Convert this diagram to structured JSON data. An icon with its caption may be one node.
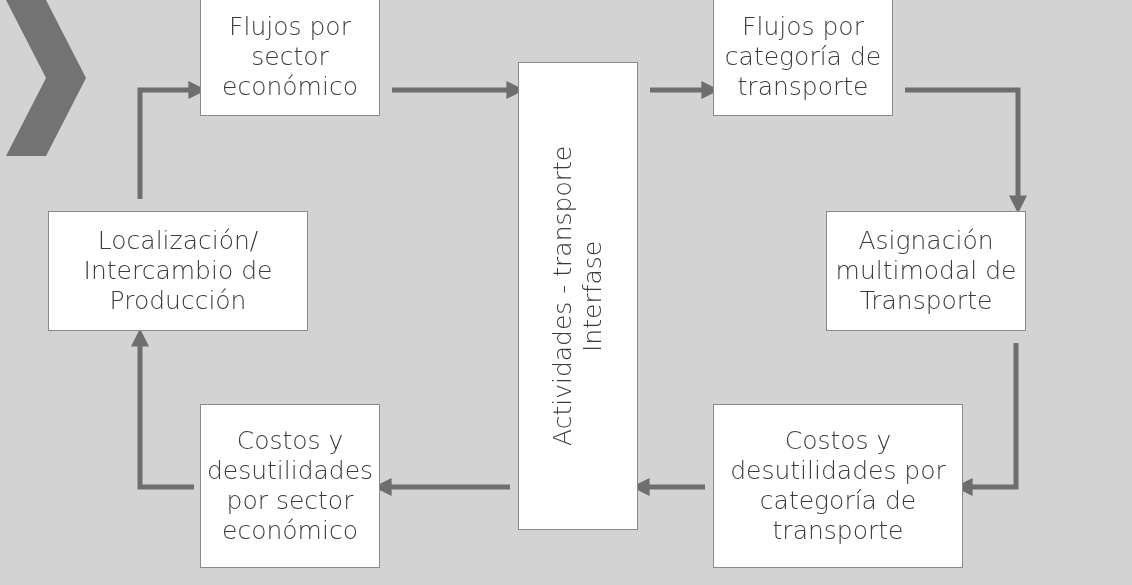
{
  "diagram": {
    "nodes": [
      {
        "text": [
          "Flujos por sector económico"
        ]
      },
      {
        "text": [
          "Actividades - transporte Interfase"
        ]
      },
      {
        "text": [
          "Flujos por categoría de transporte"
        ]
      },
      {
        "text": [
          "Asignación multimodal de Transporte"
        ]
      },
      {
        "text": [
          "Costos y desutilidades por categoría de transporte"
        ]
      },
      {
        "text": [
          "Costos y desutilidades por sector económico"
        ]
      },
      {
        "text": [
          "Localización/ Intercambio de Producción"
        ]
      }
    ],
    "edges": [
      {
        "from": 0,
        "to": 1,
        "arrow": "to"
      },
      {
        "from": 1,
        "to": 2,
        "arrow": "to"
      },
      {
        "from": 2,
        "to": 3,
        "arrow": "to"
      },
      {
        "from": 3,
        "to": 4,
        "arrow": "to"
      },
      {
        "from": 4,
        "to": 1,
        "arrow": "to"
      },
      {
        "from": 1,
        "to": 5,
        "arrow": "to"
      },
      {
        "from": 5,
        "to": 6,
        "arrow": "to"
      },
      {
        "from": 6,
        "to": 0,
        "arrow": "to"
      }
    ]
  }
}
